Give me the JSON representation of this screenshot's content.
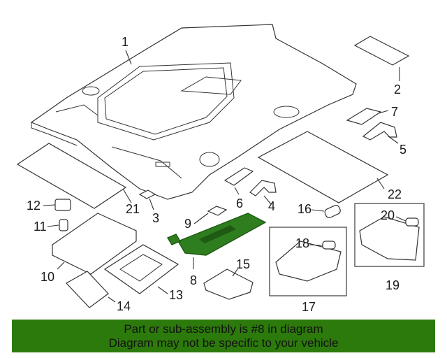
{
  "callouts": [
    "1",
    "2",
    "3",
    "4",
    "5",
    "6",
    "7",
    "8",
    "9",
    "10",
    "11",
    "12",
    "13",
    "14",
    "15",
    "16",
    "17",
    "18",
    "19",
    "20",
    "21",
    "22"
  ],
  "colors": {
    "highlight": "#2e7d1e",
    "banner": "#2d7a0c",
    "line": "#333333"
  },
  "banner": {
    "line1": "Part or sub-assembly is #8 in diagram",
    "line2": "Diagram may not be specific to your vehicle"
  }
}
